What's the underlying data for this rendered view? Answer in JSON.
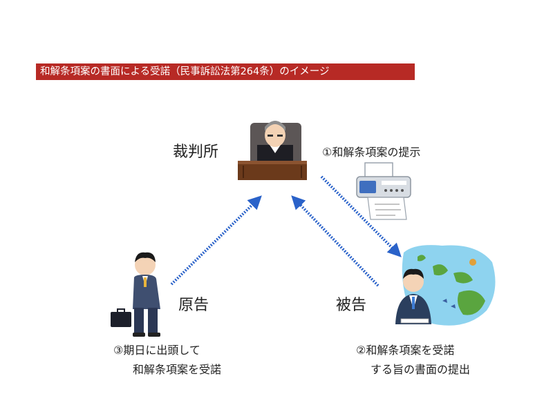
{
  "title": "和解条項案の書面による受諾（民事訴訟法第264条）のイメージ",
  "nodes": {
    "court": "裁判所",
    "plaintiff": "原告",
    "defendant": "被告"
  },
  "steps": {
    "step1": "①和解条項案の提示",
    "step2_line1": "②和解条項案を受諾",
    "step2_line2": "する旨の書面の提出",
    "step3_line1": "③期日に出頭して",
    "step3_line2": "和解条項案を受諾"
  },
  "colors": {
    "banner": "#b72a25",
    "arrow": "#2a62c9"
  }
}
